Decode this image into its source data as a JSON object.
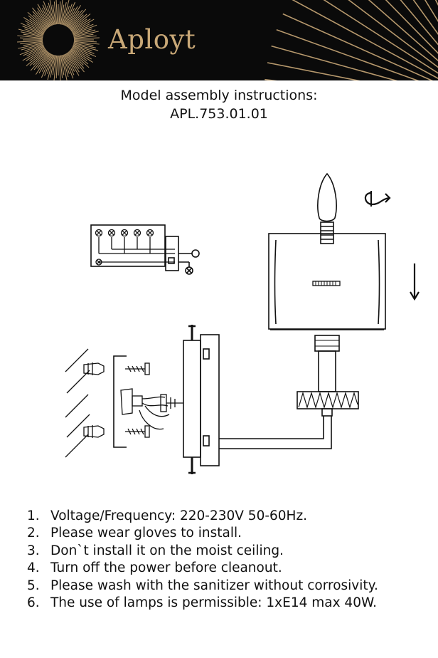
{
  "header": {
    "brand": "Aployt"
  },
  "title": {
    "line1": "Model assembly instructions:",
    "line2": "APL.753.01.01"
  },
  "notes": [
    {
      "num": "1.",
      "text": "Voltage/Frequency: 220-230V 50-60Hz."
    },
    {
      "num": "2.",
      "text": "Please wear gloves to install."
    },
    {
      "num": "3.",
      "text": "Don`t install it on the moist ceiling."
    },
    {
      "num": "4.",
      "text": "Turn off the power before cleanout."
    },
    {
      "num": "5.",
      "text": "Please wash with the sanitizer without corrosivity."
    },
    {
      "num": "6.",
      "text": "The use of lamps is permissible: 1xE14 max 40W."
    }
  ],
  "colors": {
    "header_bg": "#0a0a0a",
    "brand_gold": "#c9a877",
    "line": "#111111"
  },
  "diagram": {
    "parts": [
      "wiring-terminal-block",
      "e14-bulb",
      "rotate-arrow-icon",
      "lampshade",
      "down-arrow-icon",
      "lamp-socket",
      "decorative-ring",
      "wall-arm",
      "wall-plate",
      "mounting-bracket",
      "wall-plugs",
      "wall-screws",
      "connector-wires"
    ]
  }
}
